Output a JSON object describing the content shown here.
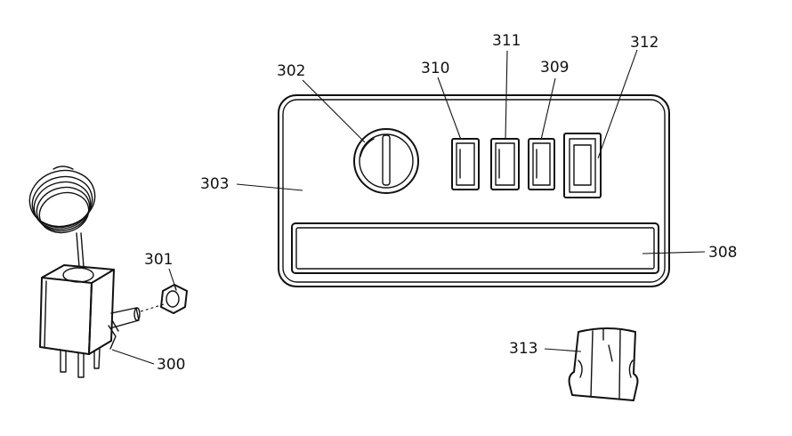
{
  "labels": {
    "thermostat": "300",
    "nut": "301",
    "knob": "302",
    "panel": "303",
    "nameplate": "308",
    "switch_309": "309",
    "switch_310": "310",
    "switch_311": "311",
    "rocker_switch": "312",
    "bracket": "313"
  }
}
